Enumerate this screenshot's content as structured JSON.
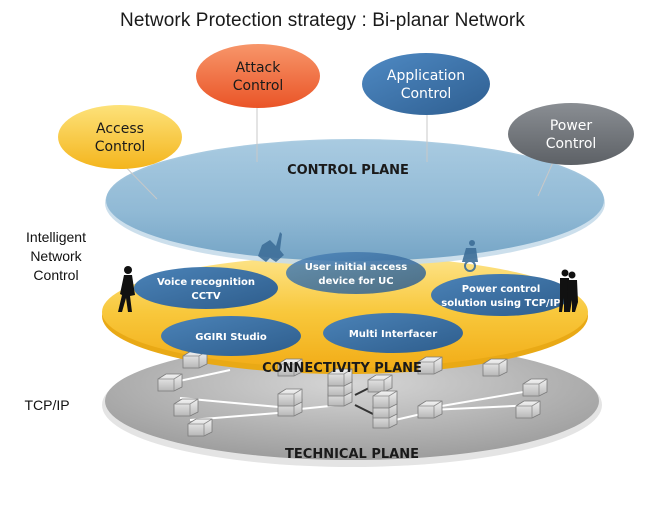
{
  "title": "Network Protection strategy : Bi-planar Network",
  "side_labels": {
    "intelligent": [
      "Intelligent",
      "Network",
      "Control"
    ],
    "tcpip": "TCP/IP"
  },
  "control_bubbles": [
    {
      "id": "access",
      "lines": [
        "Access",
        "Control"
      ],
      "color": "#f7c531",
      "text_color": "#1a1a1a"
    },
    {
      "id": "attack",
      "lines": [
        "Attack",
        "Control"
      ],
      "color": "#ee5b2b",
      "text_color": "#1a1a1a"
    },
    {
      "id": "application",
      "lines": [
        "Application",
        "Control"
      ],
      "color": "#3a70a8",
      "text_color": "#ffffff"
    },
    {
      "id": "power",
      "lines": [
        "Power",
        "Control"
      ],
      "color": "#6e7278",
      "text_color": "#ffffff"
    }
  ],
  "planes": {
    "control": {
      "label": "CONTROL PLANE",
      "color": "#96bfd9"
    },
    "connectivity": {
      "label": "CONNECTIVITY PLANE",
      "color": "#f7c031"
    },
    "technical": {
      "label": "TECHNICAL PLANE",
      "color": "#bdbdbd"
    }
  },
  "connectivity_items": [
    {
      "id": "voice",
      "lines": [
        "Voice recognition",
        "CCTV"
      ]
    },
    {
      "id": "user-access",
      "lines": [
        "User initial access",
        "device for UC"
      ]
    },
    {
      "id": "power-solution",
      "lines": [
        "Power control",
        "solution using TCP/IP"
      ]
    },
    {
      "id": "ggiri",
      "lines": [
        "GGIRI Studio"
      ]
    },
    {
      "id": "multi",
      "lines": [
        "Multi Interfacer"
      ]
    }
  ],
  "colors": {
    "item_blue": "#3b6e9e",
    "line_gray": "#c8c8c8"
  }
}
